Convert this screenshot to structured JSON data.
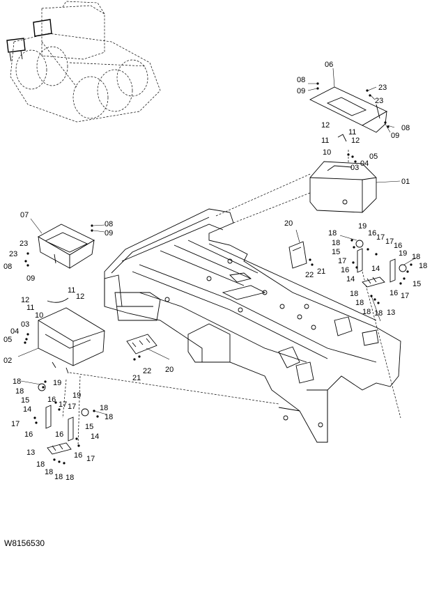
{
  "drawing_code": "W8156530",
  "callouts": {
    "c01": "01",
    "c02": "02",
    "c03a": "03",
    "c03b": "03",
    "c04a": "04",
    "c04b": "04",
    "c05a": "05",
    "c05b": "05",
    "c06": "06",
    "c07": "07",
    "c08a": "08",
    "c08b": "08",
    "c08c": "08",
    "c08d": "08",
    "c09a": "09",
    "c09b": "09",
    "c09c": "09",
    "c09d": "09",
    "c10a": "10",
    "c10b": "10",
    "c11a": "11",
    "c11b": "11",
    "c11c": "11",
    "c11d": "11",
    "c12a": "12",
    "c12b": "12",
    "c12c": "12",
    "c12d": "12",
    "c13a": "13",
    "c13b": "13",
    "c14a": "14",
    "c14b": "14",
    "c14c": "14",
    "c14d": "14",
    "c15a": "15",
    "c15b": "15",
    "c15c": "15",
    "c15d": "15",
    "c16a": "16",
    "c16b": "16",
    "c16c": "16",
    "c16d": "16",
    "c16e": "16",
    "c16f": "16",
    "c17a": "17",
    "c17b": "17",
    "c17c": "17",
    "c17d": "17",
    "c17e": "17",
    "c17f": "17",
    "c18a": "18",
    "c18b": "18",
    "c18c": "18",
    "c18d": "18",
    "c18e": "18",
    "c18f": "18",
    "c18g": "18",
    "c18h": "18",
    "c18i": "18",
    "c18j": "18",
    "c18k": "18",
    "c18l": "18",
    "c18m": "18",
    "c18n": "18",
    "c18o": "18",
    "c18p": "18",
    "c19a": "19",
    "c19b": "19",
    "c19c": "19",
    "c19d": "19",
    "c20a": "20",
    "c20b": "20",
    "c21a": "21",
    "c21b": "21",
    "c22a": "22",
    "c22b": "22",
    "c23a": "23",
    "c23b": "23",
    "c23c": "23"
  }
}
